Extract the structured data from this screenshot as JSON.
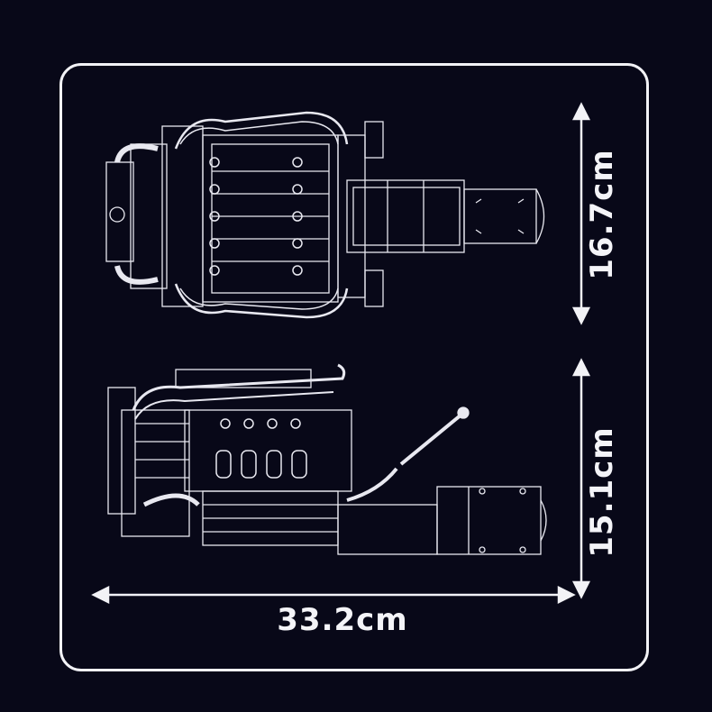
{
  "dimensions": {
    "width_label": "33.2cm",
    "top_height_label": "16.7cm",
    "bottom_height_label": "15.1cm"
  },
  "colors": {
    "background": "#080818",
    "line": "#f2f2f6"
  }
}
